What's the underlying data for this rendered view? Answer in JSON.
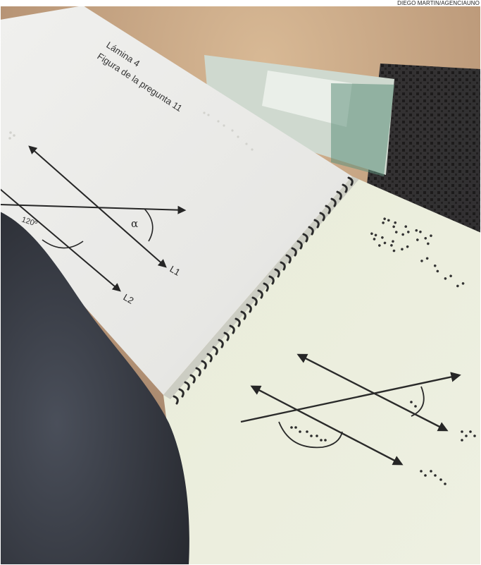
{
  "credit": "DIEGO MARTIN/AGENCIAUNO",
  "left_page": {
    "title": "Lámina 4",
    "subtitle": "Figura de la pregunta 11",
    "angle_label": "α",
    "angle_value": "120º",
    "line_labels": [
      "L1",
      "L2"
    ]
  },
  "right_page": {
    "content": "braille"
  },
  "colors": {
    "left_page": "#ececea",
    "right_page": "#eceedd",
    "ink": "#262626",
    "background": "#c9aa88",
    "sleeve": "#3b3f4a"
  }
}
